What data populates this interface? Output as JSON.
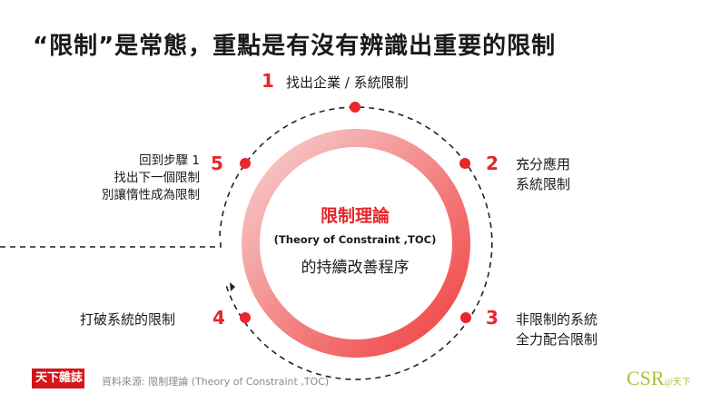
{
  "title": "“限制”是常態，重點是有沒有辨識出重要的限制",
  "accent_color": "#e8262b",
  "center": {
    "title": "限制理論",
    "subtitle": "(Theory of Constraint ,TOC)",
    "description": "的持續改善程序"
  },
  "steps": [
    {
      "number": "1",
      "lines": [
        "找出企業 / 系統限制"
      ]
    },
    {
      "number": "2",
      "lines": [
        "充分應用",
        "系統限制"
      ]
    },
    {
      "number": "3",
      "lines": [
        "非限制的系統",
        "全力配合限制"
      ]
    },
    {
      "number": "4",
      "lines": [
        "打破系統的限制"
      ]
    },
    {
      "number": "5",
      "lines": [
        "回到步驟 1",
        "找出下一個限制",
        "別讓惰性成為限制"
      ]
    }
  ],
  "footer": {
    "logo": "天下雜誌",
    "source": "資料來源: 限制理論 (Theory of Constraint ,TOC)",
    "csr_logo": "CSR",
    "csr_suffix": "@天下"
  }
}
